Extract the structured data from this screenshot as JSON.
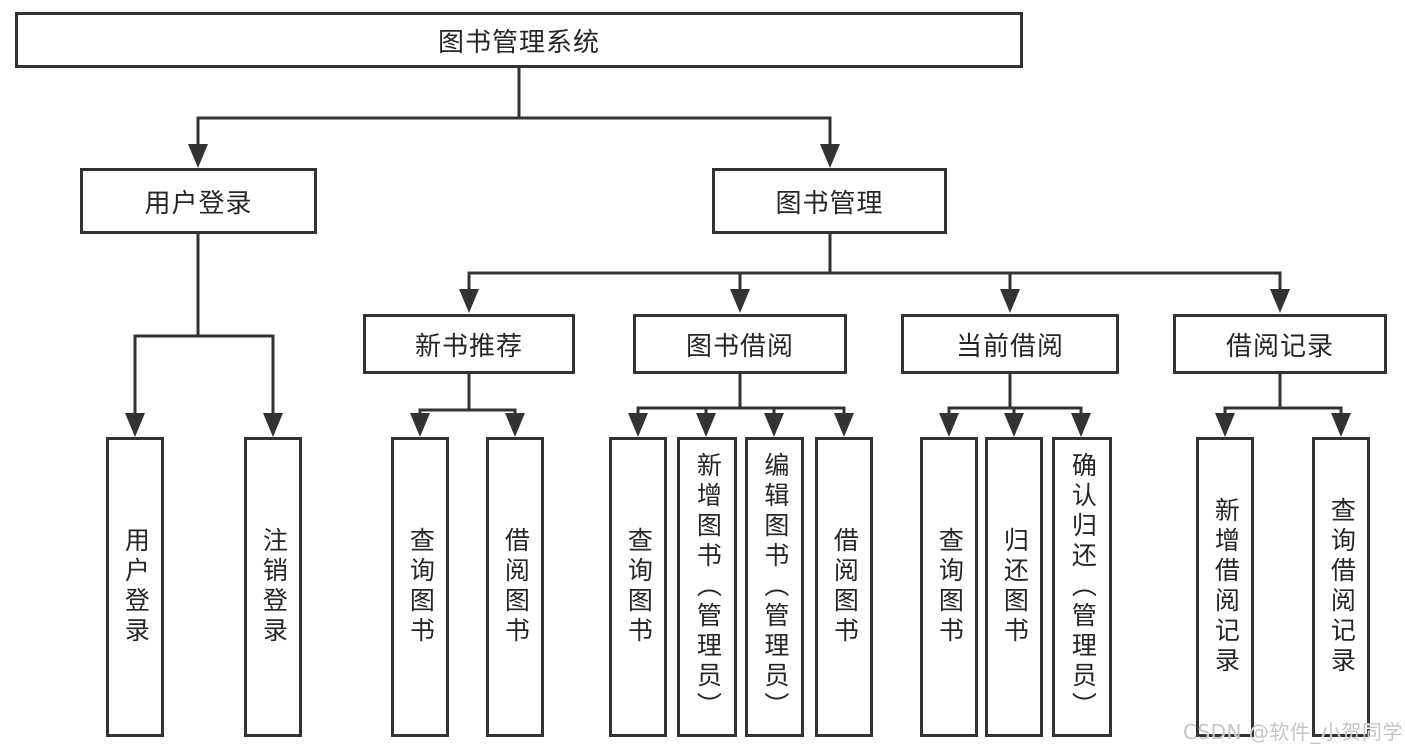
{
  "diagram": {
    "title": "图书管理系统",
    "level2": [
      {
        "id": "user-login",
        "label": "用户登录"
      },
      {
        "id": "book-management",
        "label": "图书管理"
      }
    ],
    "level3": [
      {
        "id": "new-book-recommend",
        "label": "新书推荐"
      },
      {
        "id": "book-borrow",
        "label": "图书借阅"
      },
      {
        "id": "current-borrow",
        "label": "当前借阅"
      },
      {
        "id": "borrow-records",
        "label": "借阅记录"
      }
    ],
    "leaves": [
      {
        "id": "user-login-leaf",
        "label": "用户登录"
      },
      {
        "id": "logout",
        "label": "注销登录"
      },
      {
        "id": "query-book-recommend",
        "label": "查询图书"
      },
      {
        "id": "borrow-book-recommend",
        "label": "借阅图书"
      },
      {
        "id": "query-book-borrow",
        "label": "查询图书"
      },
      {
        "id": "add-book-admin",
        "label": "新增图书（管理员）"
      },
      {
        "id": "edit-book-admin",
        "label": "编辑图书（管理员）"
      },
      {
        "id": "borrow-book-borrow",
        "label": "借阅图书"
      },
      {
        "id": "query-book-current",
        "label": "查询图书"
      },
      {
        "id": "return-book",
        "label": "归还图书"
      },
      {
        "id": "confirm-return-admin",
        "label": "确认归还（管理员）"
      },
      {
        "id": "add-borrow-record",
        "label": "新增借阅记录"
      },
      {
        "id": "query-borrow-record",
        "label": "查询借阅记录"
      }
    ]
  },
  "watermark": {
    "text": "CSDN @软件_小贺同学"
  },
  "colors": {
    "line": "#333333",
    "text": "#262626",
    "background": "#ffffff",
    "watermark": "#c5c5c5"
  }
}
